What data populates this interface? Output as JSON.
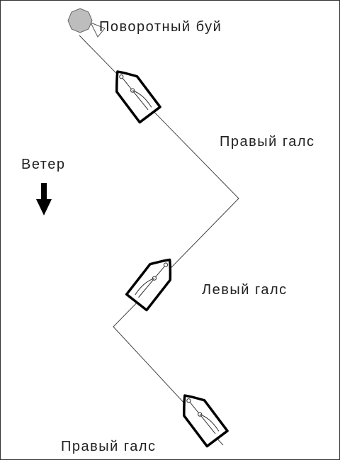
{
  "labels": {
    "turning_buoy": "Поворотный буй",
    "starboard_tack_upper": "Правый галс",
    "wind": "Ветер",
    "port_tack": "Левый галс",
    "starboard_tack_lower": "Правый галс"
  },
  "icons": {
    "buoy": "buoy-icon",
    "wind_arrow": "arrow-down-icon",
    "boat": "sailboat-icon"
  },
  "colors": {
    "buoy_fill": "#bdbdbd",
    "hull_stroke": "#000000",
    "course_line": "#444444"
  }
}
